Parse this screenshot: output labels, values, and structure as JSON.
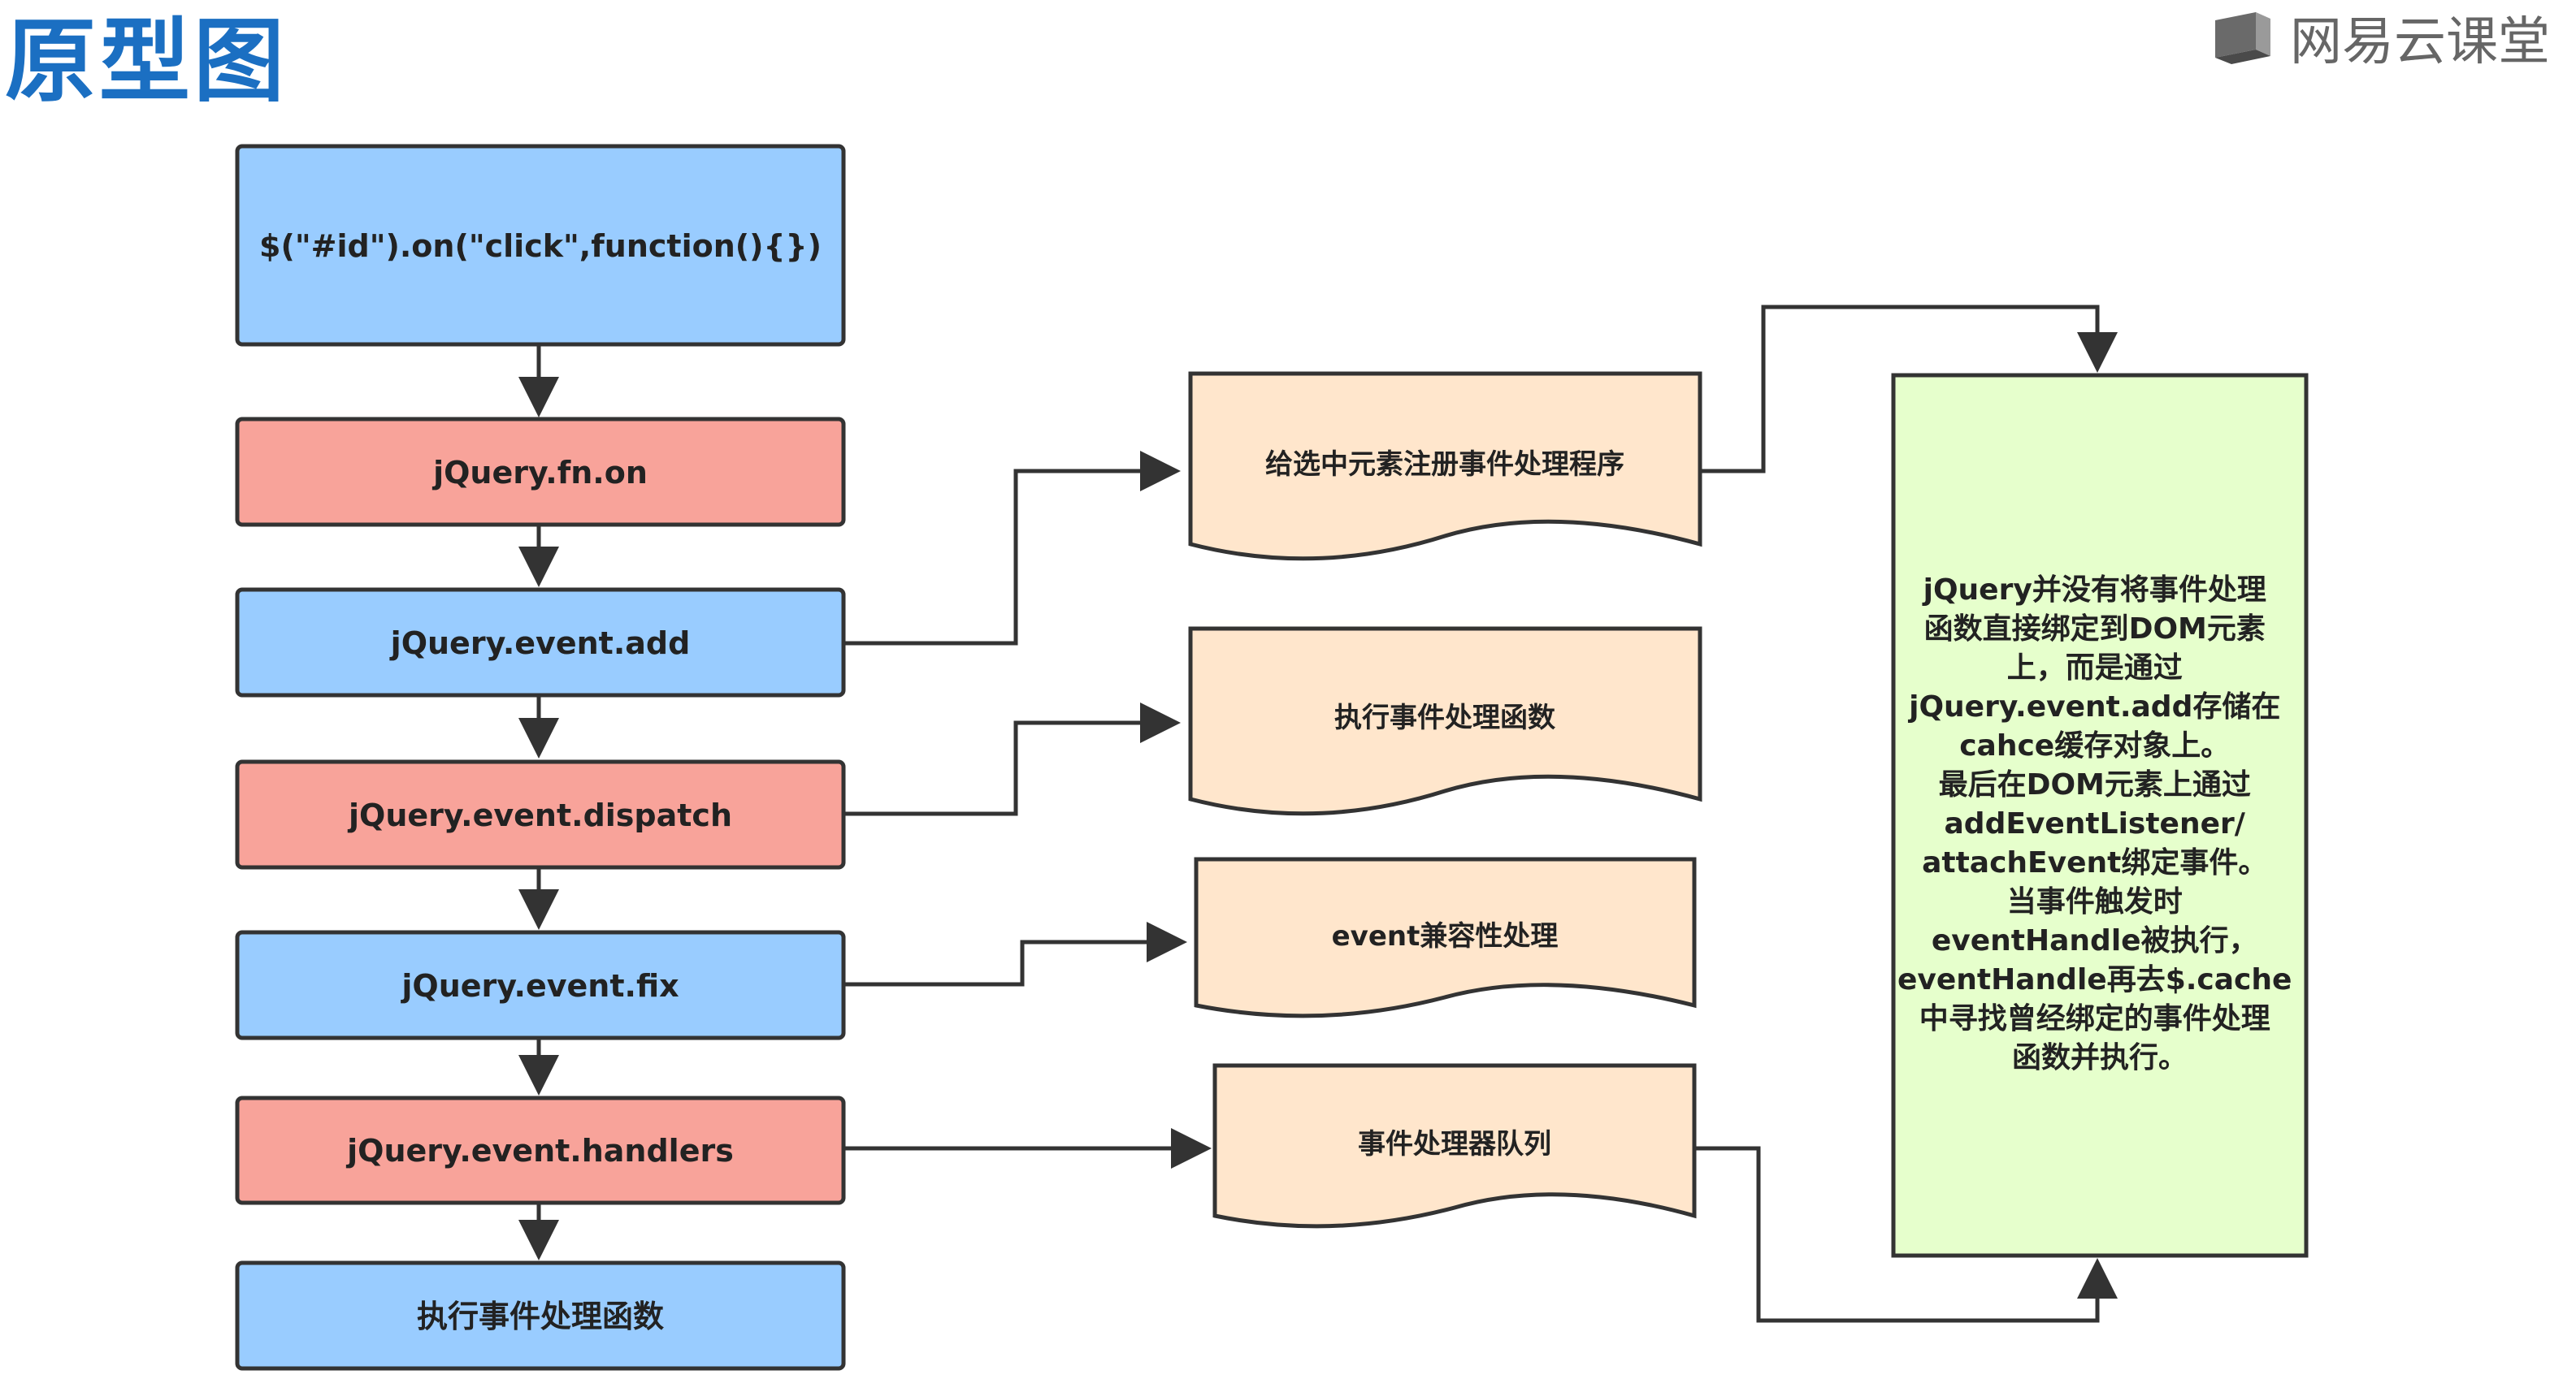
{
  "header": {
    "title": "原型图",
    "brand_name": "网易云课堂",
    "brand_icon": "book-icon"
  },
  "colors": {
    "blue": "#99ccff",
    "red": "#f8a39a",
    "doc": "#ffe6cc",
    "note": "#e6ffcc",
    "stroke": "#333333",
    "title": "#1b6fc2"
  },
  "flow": {
    "steps": [
      "$(\"#id\").on(\"click\",function(){})",
      "jQuery.fn.on",
      "jQuery.event.add",
      "jQuery.event.dispatch",
      "jQuery.event.fix",
      "jQuery.event.handlers",
      "执行事件处理函数"
    ],
    "docs": [
      "给选中元素注册事件处理程序",
      "执行事件处理函数",
      "event兼容性处理",
      "事件处理器队列"
    ],
    "note_lines": [
      "jQuery并没有将事件处理",
      "函数直接绑定到DOM元素",
      "上，而是通过",
      "jQuery.event.add存储在",
      "cahce缓存对象上。",
      "最后在DOM元素上通过",
      "addEventListener/",
      "attachEvent绑定事件。",
      "当事件触发时",
      "eventHandle被执行，",
      "eventHandle再去$.cache",
      "中寻找曾经绑定的事件处理",
      "函数并执行。"
    ]
  }
}
